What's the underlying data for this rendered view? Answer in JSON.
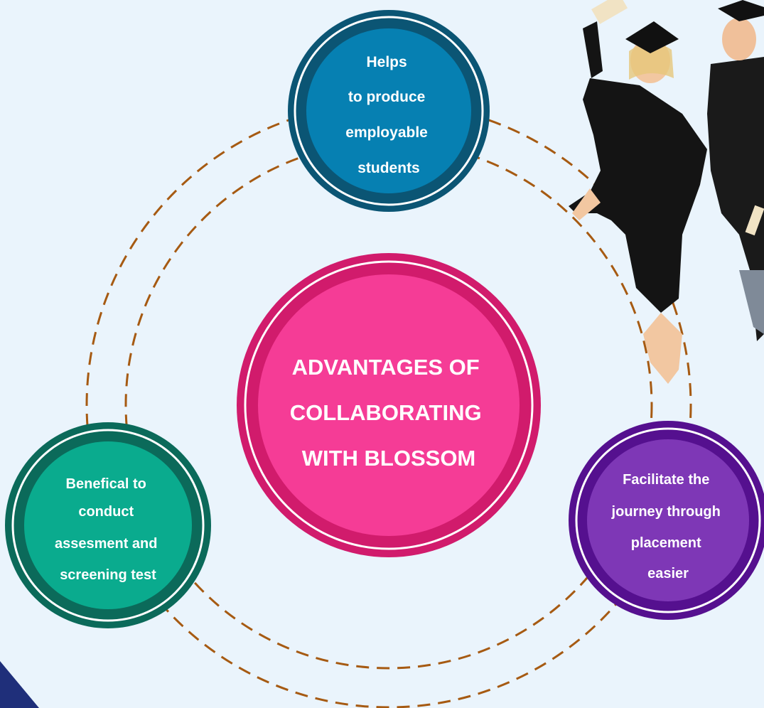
{
  "center": {
    "lines": [
      "ADVANTAGES OF",
      "COLLABORATING",
      "WITH BLOSSOM"
    ],
    "fill_color": "#f53c96",
    "ring_color": "#d11b6c"
  },
  "nodes": [
    {
      "id": "employable",
      "lines": [
        "Helps",
        "to produce",
        "employable",
        "students"
      ],
      "fill_color": "#0680b2",
      "ring_color": "#0b5574"
    },
    {
      "id": "assessment",
      "lines": [
        "Benefical to",
        "conduct",
        "assesment and",
        "screening test"
      ],
      "fill_color": "#0aab8e",
      "ring_color": "#0b6a5a"
    },
    {
      "id": "placement",
      "lines": [
        "Facilitate the",
        "journey through",
        "placement",
        "easier"
      ],
      "fill_color": "#7e37b6",
      "ring_color": "#55108f"
    }
  ],
  "colors": {
    "background": "#eaf4fc",
    "dash": "#a65a12",
    "corner_accent": "#1f2f7a"
  },
  "image": {
    "description": "graduates-jumping-photo"
  }
}
